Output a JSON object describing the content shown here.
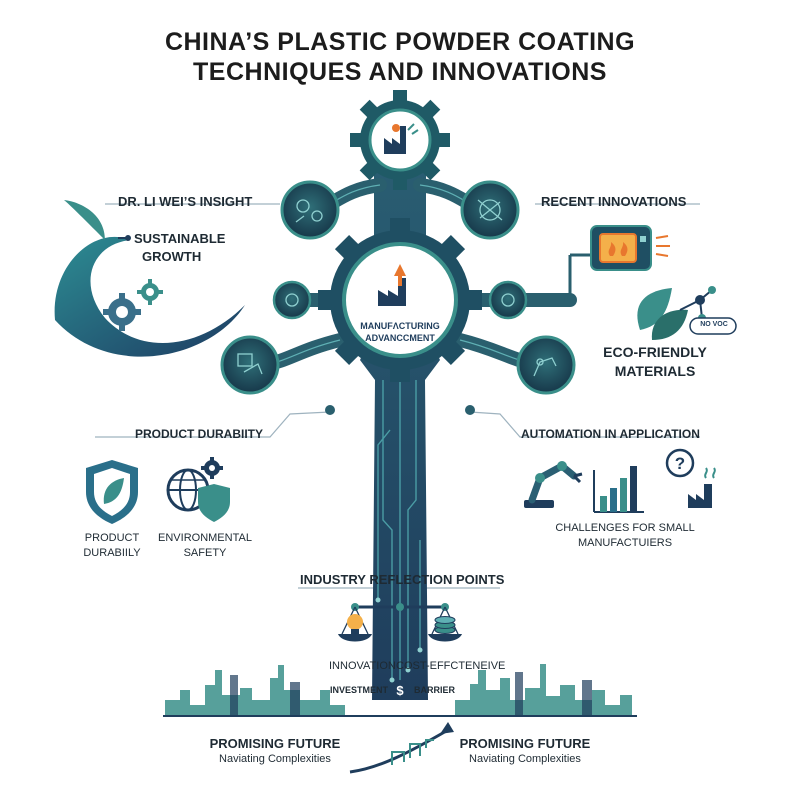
{
  "title": {
    "line1": "CHINA’S PLASTIC POWDER COATING",
    "line2": "TECHNIQUES AND INNOVATIONS"
  },
  "hub": {
    "line1": "MANUFΛCTURING",
    "line2": "ADVANCCMENT"
  },
  "left": {
    "insight_label": "DR. LI WEI’S INSIGHT",
    "sustainable_line1": "SUSTAINABLE",
    "sustainable_line2": "GROWTH",
    "durability_label": "PRODUCT DURABIITY",
    "icons": [
      {
        "label_line1": "PRODUCT",
        "label_line2": "DURABIILY",
        "icon": "shield-leaf-icon"
      },
      {
        "label_line1": "ENVIRONMENTAL",
        "label_line2": "SAFETY",
        "icon": "globe-shield-gear-icon"
      }
    ]
  },
  "right": {
    "innovations_label": "RECENT INNOVATIONS",
    "eco_line1": "ECO-FRIENDLY",
    "eco_line2": "MATERIALS",
    "no_voc": "NO VOC",
    "automation_label": "AUTOMATION IN APPLICATION",
    "challenges_line1": "CHALLENGES FOR SMALL",
    "challenges_line2": "MANUFACTUIERS"
  },
  "reflection": {
    "heading": "INDUSTRY REFLECTION POINTS",
    "innovation": "INNOVATION",
    "cost": "COST-EFFCTENEIVE",
    "investment": "INVESTMENT",
    "barrier": "BARRIER",
    "dollar": "$"
  },
  "footer": {
    "left_title": "PROMISING FUTURE",
    "left_sub": "Naviating Complexities",
    "right_title": "PROMISING FUTURE",
    "right_sub": "Naviating Complexities"
  },
  "colors": {
    "navy": "#1f3d5c",
    "teal": "#3a8f8a",
    "dark_teal": "#23575f",
    "orange": "#e8772e"
  }
}
